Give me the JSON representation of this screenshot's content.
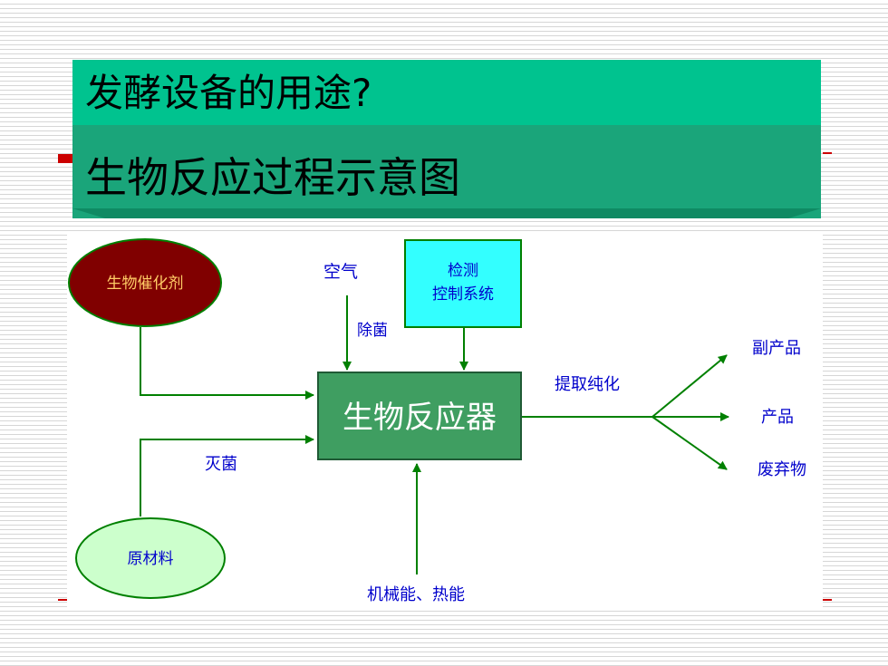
{
  "title": {
    "main": "发酵设备的用途?",
    "sub": "生物反应过程示意图"
  },
  "diagram": {
    "biocatalyst": "生物催化剂",
    "air": "空气",
    "monitor_line1": "检测",
    "monitor_line2": "控制系统",
    "sterilize_air": "除菌",
    "reactor": "生物反应器",
    "extract": "提取纯化",
    "byproduct": "副产品",
    "product": "产品",
    "waste": "废弃物",
    "sterilize_material": "灭菌",
    "raw_material": "原材料",
    "energy": "机械能、热能"
  },
  "colors": {
    "title_top": "#00c38f",
    "title_bottom": "#1aa57a",
    "biocatalyst_fill": "#800000",
    "monitor_fill": "#33ffff",
    "reactor_fill": "#3f9e61",
    "raw_fill": "#ccffcc",
    "arrow": "#008000",
    "label_blue": "#0000cc"
  }
}
